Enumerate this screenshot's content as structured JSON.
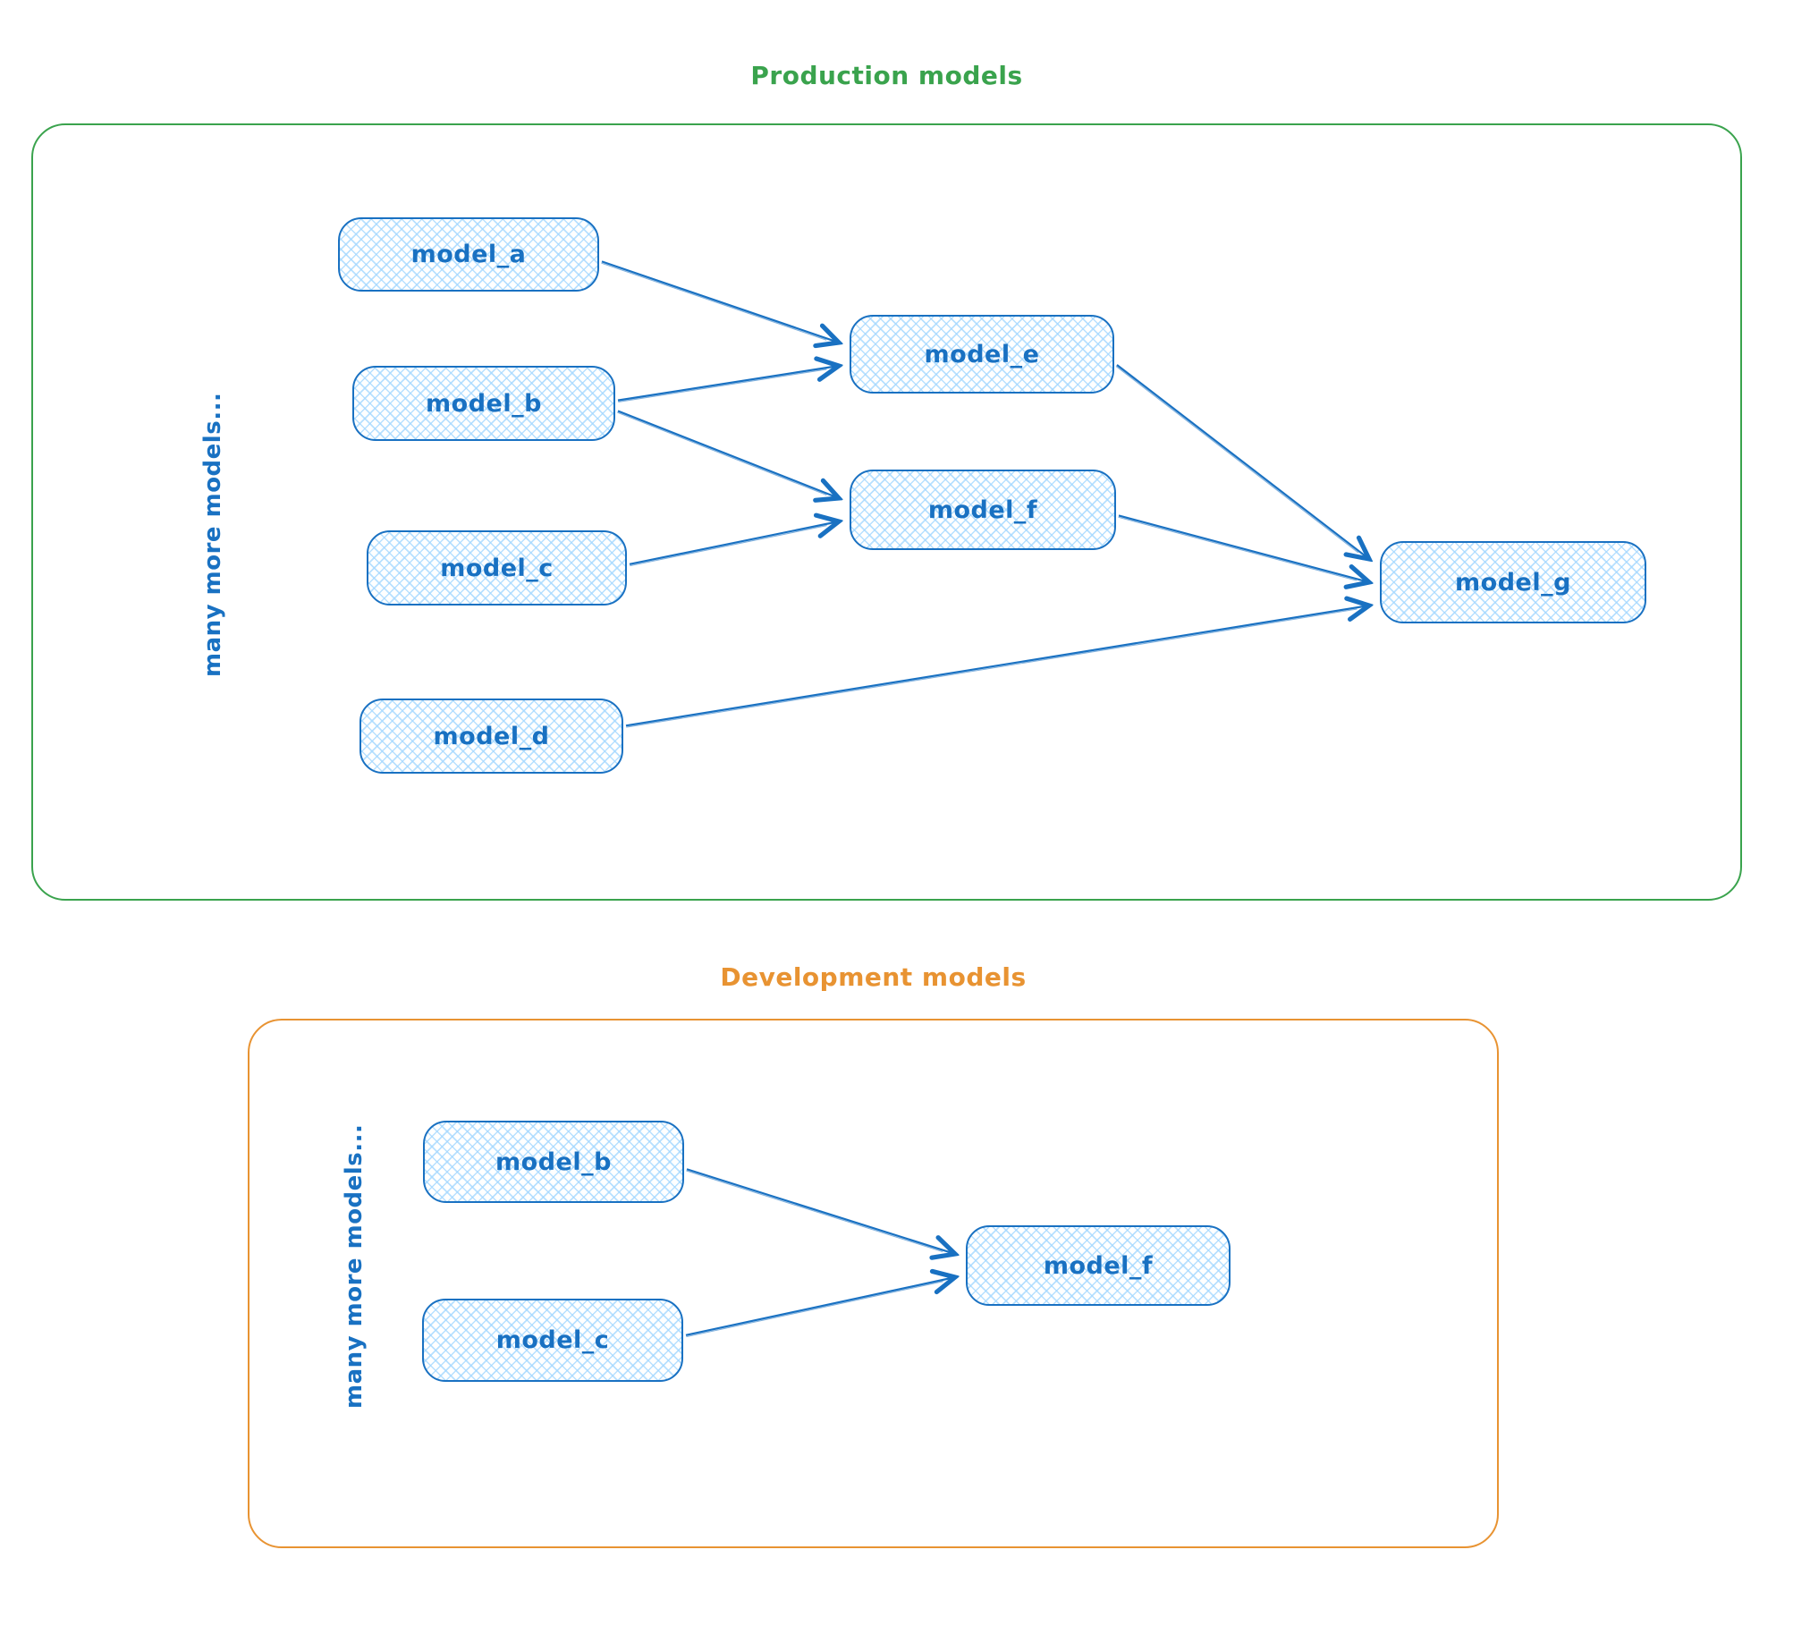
{
  "diagram": {
    "production": {
      "title": "Production models",
      "side_label": "many more models...",
      "nodes": [
        {
          "id": "model_a",
          "label": "model_a"
        },
        {
          "id": "model_b",
          "label": "model_b"
        },
        {
          "id": "model_c",
          "label": "model_c"
        },
        {
          "id": "model_d",
          "label": "model_d"
        },
        {
          "id": "model_e",
          "label": "model_e"
        },
        {
          "id": "model_f",
          "label": "model_f"
        },
        {
          "id": "model_g",
          "label": "model_g"
        }
      ],
      "edges": [
        {
          "from": "model_a",
          "to": "model_e"
        },
        {
          "from": "model_b",
          "to": "model_e"
        },
        {
          "from": "model_b",
          "to": "model_f"
        },
        {
          "from": "model_c",
          "to": "model_f"
        },
        {
          "from": "model_e",
          "to": "model_g"
        },
        {
          "from": "model_f",
          "to": "model_g"
        },
        {
          "from": "model_d",
          "to": "model_g"
        }
      ]
    },
    "development": {
      "title": "Development models",
      "side_label": "many more models...",
      "nodes": [
        {
          "id": "model_b",
          "label": "model_b"
        },
        {
          "id": "model_c",
          "label": "model_c"
        },
        {
          "id": "model_f",
          "label": "model_f"
        }
      ],
      "edges": [
        {
          "from": "model_b",
          "to": "model_f"
        },
        {
          "from": "model_c",
          "to": "model_f"
        }
      ]
    },
    "colors": {
      "node_stroke": "#1971c2",
      "node_fill": "#a5d8ff",
      "production_accent": "#3aa34d",
      "development_accent": "#e89332"
    }
  }
}
